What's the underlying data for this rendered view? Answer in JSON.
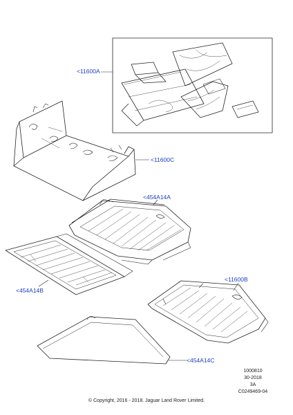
{
  "callouts": {
    "floor_mat_set": "<11600A",
    "trunk_liner": "<11600C",
    "rear_floor_mat": "<454A14A",
    "front_load_mat": "<454A14B",
    "load_tray": "<11600B",
    "floor_cover": "<454A14C"
  },
  "reference": {
    "line1": "1000810",
    "line2": "30-2018",
    "line3": "3A",
    "line4": "C0249469-04"
  },
  "copyright": "© Copyright, 2016 - 2018. Jaguar Land Rover Limited.",
  "colors": {
    "callout": "#1a3fbf",
    "line": "#222222"
  }
}
